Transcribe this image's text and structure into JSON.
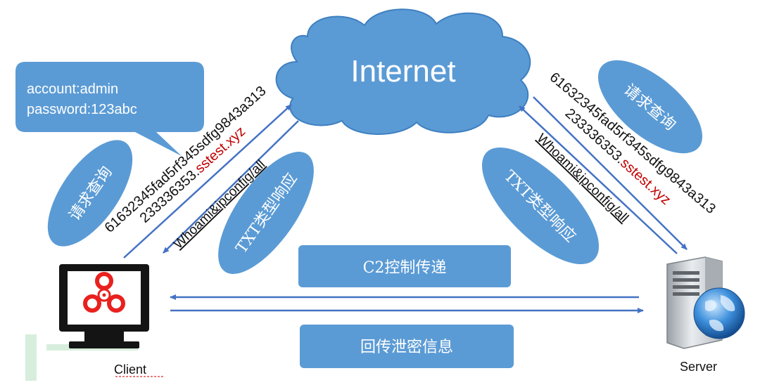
{
  "cloud": {
    "label": "Internet"
  },
  "speech_bubble": {
    "account_line": "account:admin",
    "password_line": "password:123abc"
  },
  "client": {
    "label": "Client",
    "query_ellipse": "请求查询",
    "response_ellipse": "TXT类型响应",
    "query_encoded_line1": "61632345fad5rf345sdfg9843a313",
    "query_encoded_line2_prefix": "233336353.",
    "query_domain": "sstest.xyz",
    "response_command": "Whoami&ipconfig/all"
  },
  "server": {
    "label": "Server",
    "query_ellipse": "请求查询",
    "response_ellipse": "TXT类型响应",
    "query_encoded_line1": "61632345fad5rf345sdfg9843a313",
    "query_encoded_line2_prefix": "233336353.",
    "query_domain": "sstest.xyz",
    "response_command": "Whoami&ipconfig/all"
  },
  "c2_box": {
    "label": "C2控制传递"
  },
  "exfil_box": {
    "label": "回传泄密信息"
  },
  "colors": {
    "shape_blue": "#5b9bd5",
    "arrow_blue": "#4472c4",
    "domain_red": "#c00000",
    "virus_red": "#e8211f"
  }
}
